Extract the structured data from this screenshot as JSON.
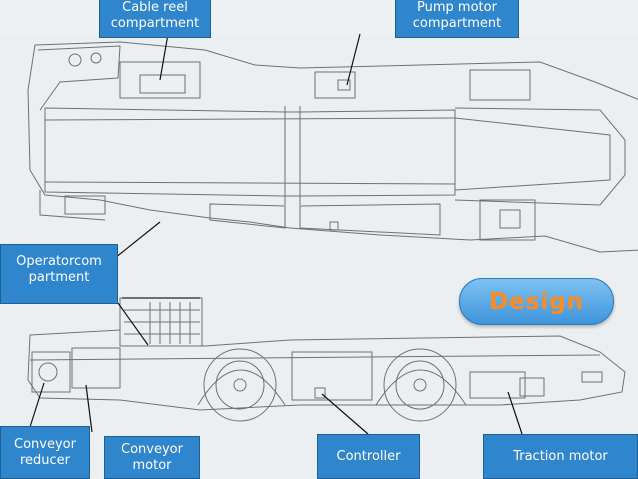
{
  "labels": {
    "cable_reel": [
      "Cable reel",
      "compartment"
    ],
    "pump_motor": [
      "Pump motor",
      "compartment"
    ],
    "operator": [
      "Operatorcom",
      "partment"
    ],
    "conveyor_reducer": [
      "Conveyor",
      "reducer"
    ],
    "conveyor_motor": [
      "Conveyor",
      "motor"
    ],
    "controller": [
      "Controller"
    ],
    "traction_motor": [
      "Traction motor"
    ]
  },
  "badge": {
    "text": "Design"
  },
  "colors": {
    "label_fill": "#2f86cc",
    "badge_text": "#ff8a1f",
    "leader_line": "#111111",
    "drawing_line": "#6b7276"
  }
}
